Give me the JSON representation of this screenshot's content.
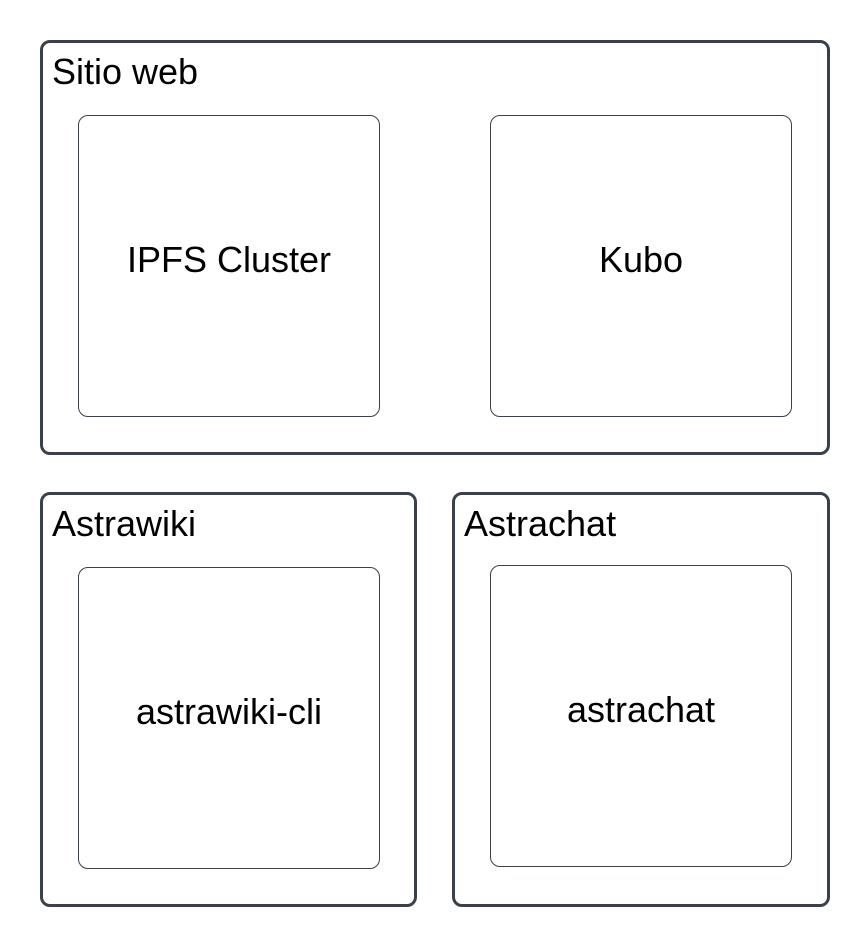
{
  "groups": {
    "sitio_web": {
      "label": "Sitio web",
      "nodes": {
        "ipfs_cluster": "IPFS Cluster",
        "kubo": "Kubo"
      }
    },
    "astrawiki": {
      "label": "Astrawiki",
      "nodes": {
        "astrawiki_cli": "astrawiki-cli"
      }
    },
    "astrachat": {
      "label": "Astrachat",
      "nodes": {
        "astrachat": "astrachat"
      }
    }
  },
  "colors": {
    "border": "#3a414a",
    "background": "#ffffff",
    "text": "#000000"
  }
}
